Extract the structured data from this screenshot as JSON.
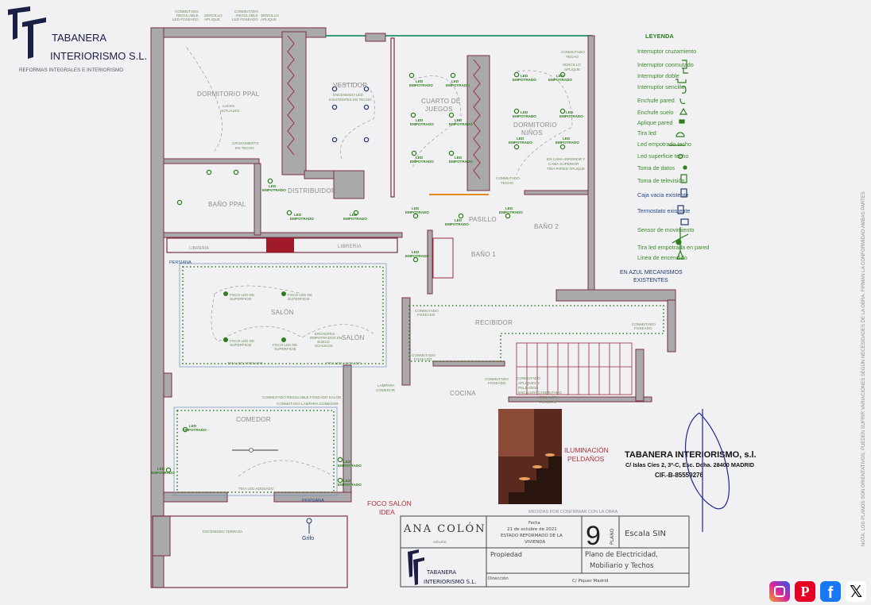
{
  "logo": {
    "line1": "TABANERA",
    "line2": "INTERIORISMO S.L.",
    "tagline": "REFORMAS INTEGRALES E INTERIORISMO"
  },
  "rooms": {
    "dormitorio_ppal": "DORMITORIO PPAL",
    "vestidor": "VESTIDOR",
    "cuarto_juegos_1": "CUARTO DE",
    "cuarto_juegos_2": "JUEGOS",
    "dormitorio_ninos_1": "DORMITORIO",
    "dormitorio_ninos_2": "NIÑOS",
    "bano_ppal": "BAÑO PPAL",
    "distribuidor": "DISTRIBUIDOR",
    "pasillo": "PASILLO",
    "bano_1": "BAÑO 1",
    "bano_2": "BAÑO 2",
    "libreria": "LIBRERIA",
    "libreria_2": "LIBRERIA",
    "salon": "SALÓN",
    "salon_2": "SALÓN",
    "recibidor": "RECIBIDOR",
    "cocina": "COCINA",
    "comedor": "COMEDOR"
  },
  "notes": {
    "led": "LED",
    "empotrado": "EMPOTRADO",
    "luces_actuales_1": "LUCES",
    "luces_actuales_2": "ACTUALES",
    "cruzamiento_1": "CRUZAMIENTO",
    "cruzamiento_2": "EN TECHO",
    "vestidor_1": "ENCENDIDO LED",
    "vestidor_2": "EXISTENTES EN TECHO",
    "conmutado_regulable_1": "CONMUTADO",
    "conmutado_regulable_2": "REGULABLE",
    "conmutado_regulable_3": "LED FOSEADO",
    "sencillo_aplique_1": "SENCILLO",
    "sencillo_aplique_2": "APLIQUE",
    "conmutado_techo_1": "CONMUTADO",
    "conmutado_techo_2": "TECHO",
    "cama_1": "EN CAMA INFERIOR Y",
    "cama_2": "CAMA SUPERIOR",
    "cama_3": "TIRA PARED APLIQUE",
    "foco_1": "FOCO LED DE",
    "foco_2": "SUPERFICIE",
    "enchufes_1": "ENCHUFES",
    "enchufes_2": "EMPOTRADOS EN",
    "enchufes_3": "SUELO",
    "enchufes_4": "SCHUKOS",
    "tira_led": "TIRA LED ADOSADO",
    "persiana": "PERSIANA",
    "persiana_2": "PERSIANA",
    "conmutado_foseado_1": "CONMUTADO",
    "conmutado_foseado_2": "FOSEADO",
    "conm_salon": "CONMUTADO REGULABLE FOSEADO SALÓN",
    "conm_comedor": "CONMUTADO LAMPARA COMEDOR",
    "lampara_1": "LAMPARA",
    "lampara_2": "COMEDOR",
    "peld_1": "CONMUTADO",
    "peld_2": "APLIQUES Y",
    "peld_3": "PELDAÑOS",
    "peld_4": "ESCALERA",
    "esc_1": "CONMUTADO",
    "esc_2": "ESCALERA",
    "esc_3": "PLANTA 1ª",
    "encendido_terraza": "ENCENDIDO TERRAZA",
    "grifo": "Grifo",
    "foco_salon_1": "FOCO SALÓN",
    "foco_salon_2": "IDEA",
    "iluminacion_1": "ILUMINACIÓN",
    "iluminacion_2": "PELDAÑOS",
    "medidas": "MEDIDAS POR CONFIRMAR CON LA OBRA"
  },
  "legend": {
    "title": "LEYENDA",
    "items": [
      "Interruptor cruzamiento",
      "Interruptor conmutado",
      "Interruptor doble",
      "Interruptor sencillo",
      "Enchufe pared",
      "Enchufe suelo",
      "Aplique pared",
      "Tira led",
      "Led empotrado techo",
      "Led superficie techo",
      "Toma de datos",
      "Toma de televisión",
      "Caja vacia existente",
      "Termostato existente",
      "Sensor de movimiento",
      "Tira led empotrada en pared",
      "Linea de encendido"
    ],
    "note_1": "EN AZUL MECANISMOS",
    "note_2": "EXISTENTES"
  },
  "stamp": {
    "name": "TABANERA INTERIORISMO, s.l.",
    "address": "C/ Islas Cíes 2, 3º-C, Esc. Dcha. 28400 MADRID",
    "cif": "CIF.-B-85559276"
  },
  "title_block": {
    "client": "ANA COLÓN",
    "client_sub": "estudio",
    "fecha_label": "Fecha",
    "fecha": "21 de octubre de 2021",
    "estado_1": "ESTADO REFORMADO DE LA",
    "estado_2": "VIVIENDA",
    "plano_number": "9",
    "plano_label": "PLANO",
    "escala": "Escala SIN",
    "propiedad_label": "Propiedad",
    "plano_title_1": "Plano de Electricidad,",
    "plano_title_2": "Mobiliario y Techos",
    "direccion_label": "Dirección",
    "direccion": "C/ Piquer  Madrid",
    "logo_1": "TABANERA",
    "logo_2": "INTERIORISMO S.L."
  },
  "side_note": "NOTA: LOS PLANOS SON ORIENTATIVOS, PUEDEN SUFRIR VARIACIONES SEGÚN NECESIDADES DE LA OBRA. FIRMAN LA CONFORMIDAD AMBAS PARTES",
  "social": [
    "instagram",
    "pinterest",
    "facebook",
    "x"
  ],
  "colors": {
    "wall": "#a9a9ab",
    "wall_outline": "#7a2f40",
    "led_green": "#2f7d1e",
    "existing_blue": "#2a4a8a",
    "accent_red": "#b0303a"
  }
}
